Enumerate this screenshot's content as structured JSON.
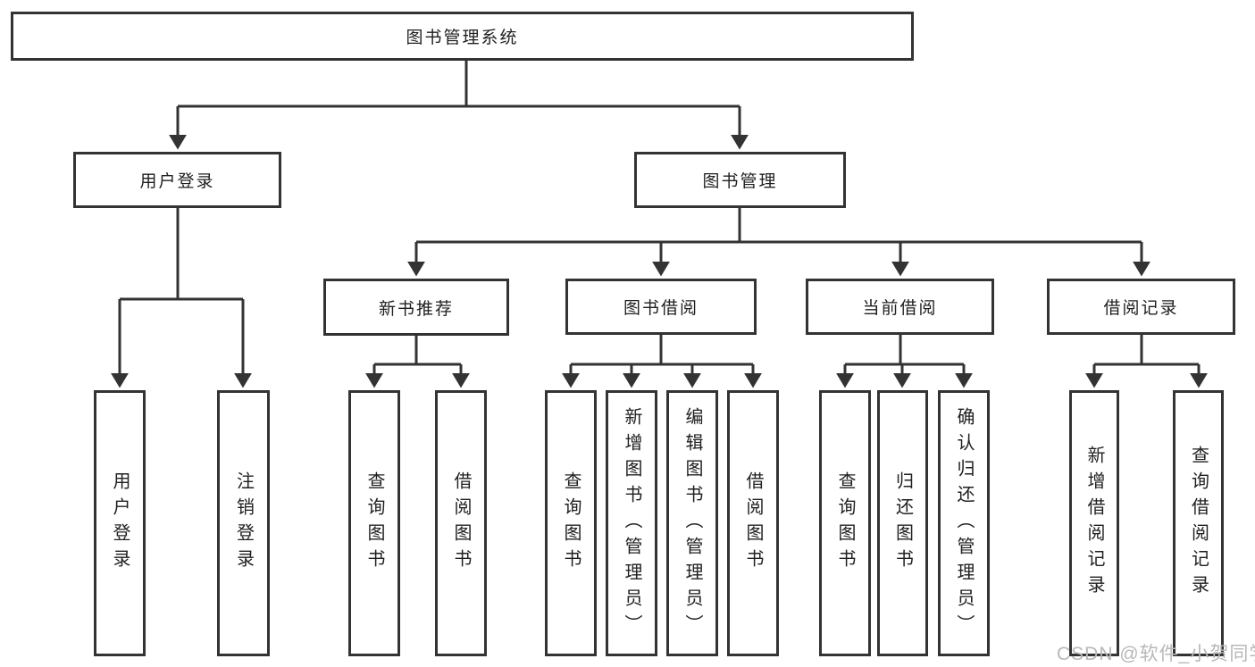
{
  "root": {
    "label": "图书管理系统"
  },
  "branches": {
    "user_login": {
      "label": "用户登录",
      "children": [
        {
          "label": "用户登录"
        },
        {
          "label": "注销登录"
        }
      ]
    },
    "book_management": {
      "label": "图书管理"
    },
    "new_book": {
      "label": "新书推荐",
      "children": [
        {
          "label": "查询图书"
        },
        {
          "label": "借阅图书"
        }
      ]
    },
    "borrow": {
      "label": "图书借阅",
      "children": [
        {
          "label": "查询图书"
        },
        {
          "label": "新增图书（管理员）"
        },
        {
          "label": "编辑图书（管理员）"
        },
        {
          "label": "借阅图书"
        }
      ]
    },
    "current": {
      "label": "当前借阅",
      "children": [
        {
          "label": "查询图书"
        },
        {
          "label": "归还图书"
        },
        {
          "label": "确认归还（管理员）"
        }
      ]
    },
    "records": {
      "label": "借阅记录",
      "children": [
        {
          "label": "新增借阅记录"
        },
        {
          "label": "查询借阅记录"
        }
      ]
    }
  },
  "colors": {
    "line": "#333333",
    "text": "#1f1f1f",
    "watermark": "#b8b8b8"
  },
  "watermark": {
    "text": "CSDN @软件_小贺同学"
  }
}
